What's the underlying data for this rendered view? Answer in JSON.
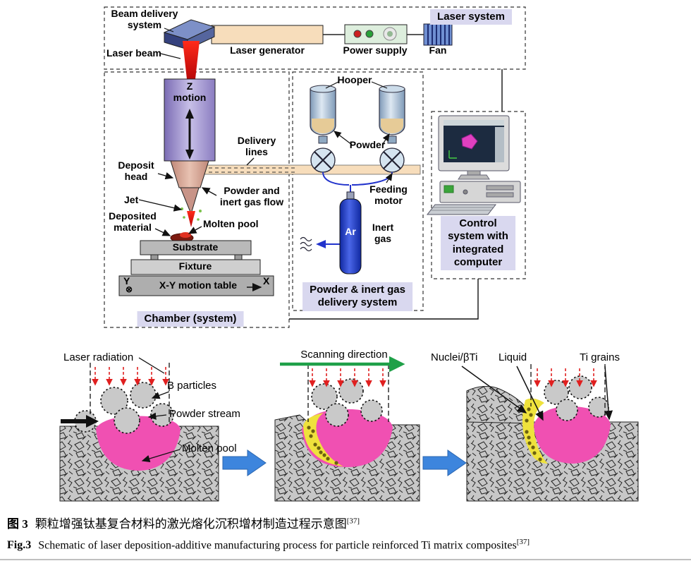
{
  "colors": {
    "molten_pool_pink": "#f050b2",
    "nuclei_band_yellow": "#efe23c",
    "laser_red": "#e02020",
    "stage_arrow_blue": "#3d85dd",
    "scanning_green": "#1fa048",
    "label_background": "#d9d8ef",
    "argon_cylinder_blue": "#1d3fd0",
    "z_motion_purple": "#8a7cc0"
  },
  "top": {
    "laser_system": {
      "title": "Laser system",
      "beam_delivery": "Beam delivery\nsystem",
      "laser_beam": "Laser beam",
      "laser_generator": "Laser generator",
      "power_supply": "Power supply",
      "fan": "Fan"
    },
    "chamber": {
      "title": "Chamber (system)",
      "z_motion": "Z\nmotion",
      "deposit_head": "Deposit\nhead",
      "jet": "Jet",
      "powder_flow": "Powder and\ninert gas flow",
      "deposited_material": "Deposited\nmaterial",
      "molten_pool": "Molten pool",
      "substrate": "Substrate",
      "fixture": "Fixture",
      "xy_table": "X-Y motion table",
      "y_axis": "Y",
      "y_symbol": "⊗",
      "x_axis": "X",
      "delivery_lines": "Delivery\nlines"
    },
    "powder_system": {
      "title": "Powder & inert gas\ndelivery system",
      "hooper": "Hooper",
      "powder": "Powder",
      "feeding_motor": "Feeding\nmotor",
      "inert_gas": "Inert\ngas",
      "argon": "Ar"
    },
    "control_system": {
      "title": "Control\nsystem with\nintegrated\ncomputer"
    }
  },
  "process": {
    "stage1": {
      "laser_radiation": "Laser radiation",
      "b_particles": "B particles",
      "powder_stream": "Powder stream",
      "molten_pool": "Molten pool"
    },
    "stage2": {
      "scanning_direction": "Scanning direction"
    },
    "stage3": {
      "nuclei": "Nuclei/βTi",
      "liquid": "Liquid",
      "ti_grains": "Ti grains"
    }
  },
  "caption": {
    "zh_label": "图 3",
    "zh_text": "颗粒增强钛基复合材料的激光熔化沉积增材制造过程示意图",
    "zh_ref": "[37]",
    "en_label": "Fig.3",
    "en_text": "Schematic of laser deposition-additive manufacturing process for particle reinforced Ti matrix composites",
    "en_ref": "[37]"
  }
}
